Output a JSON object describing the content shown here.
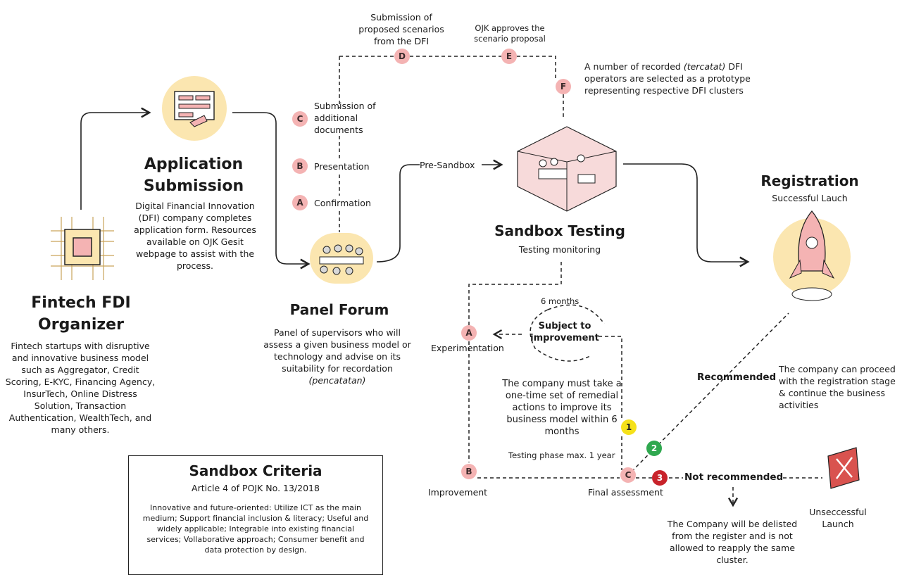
{
  "organizer": {
    "title": "Fintech FDI Organizer",
    "desc": "Fintech startups with disruptive and innovative business model such as Aggregator, Credit Scoring, E-KYC, Financing Agency, InsurTech, Online Distress Solution, Transaction Authentication, WealthTech, and many others."
  },
  "application": {
    "title": "Application Submission",
    "desc": "Digital Financial Innovation (DFI) company completes application form. Resources available on OJK Gesit webpage to assist with the process."
  },
  "panel": {
    "title": "Panel Forum",
    "desc_main": "Panel of supervisors who will assess a given business model or technology and advise on its suitability for recordation",
    "desc_italic": "(pencatatan)"
  },
  "steps": {
    "a": {
      "letter": "A",
      "label": "Confirmation"
    },
    "b": {
      "letter": "B",
      "label": "Presentation"
    },
    "c": {
      "letter": "C",
      "label": "Submission of additional documents"
    },
    "d": {
      "letter": "D",
      "label": "Submission of proposed scenarios from the DFI"
    },
    "e": {
      "letter": "E",
      "label": "OJK approves the scenario proposal"
    },
    "f": {
      "letter": "F",
      "label_pre": "A number of recorded",
      "label_italic": "(tercatat)",
      "label_post": "DFI operators are selected as a prototype representing respective DFI clusters"
    }
  },
  "pre_sandbox": "Pre-Sandbox",
  "sandbox": {
    "title": "Sandbox Testing",
    "subtitle": "Testing monitoring"
  },
  "registration": {
    "title": "Registration",
    "subtitle": "Successful Lauch"
  },
  "loop": {
    "months": "6 months",
    "subject": "Subject to improvement",
    "a": {
      "letter": "A",
      "label": "Experimentation"
    },
    "b": {
      "letter": "B",
      "label": "Improvement"
    },
    "c": {
      "letter": "C",
      "label": "Final assessment"
    },
    "remedial": "The company must take a one-time set of remedial actions to improve its business model within 6 months",
    "max": "Testing phase max. 1 year"
  },
  "outcomes": {
    "n1": "1",
    "n2": "2",
    "n3": "3",
    "recommended": "Recommended",
    "recommended_desc": "The company can proceed with the registration stage & continue the business activities",
    "not_recommended": "Not recommended",
    "unsuccessful": "Unseccessful Launch",
    "delisted": "The Company will be delisted from the register and is not allowed to reapply the same cluster."
  },
  "criteria": {
    "title": "Sandbox Criteria",
    "subtitle": "Article 4 of POJK No. 13/2018",
    "body": "Innovative and future-oriented: Utilize ICT as the main medium; Support financial inclusion & literacy; Useful and widely applicable; Integrable into existing financial services; Vollaborative approach; Consumer benefit and data protection by design."
  },
  "colors": {
    "node": "#f4b3b3",
    "circle": "#fbe6b0",
    "yellow": "#f5e11a",
    "green": "#2fa84f",
    "red": "#c8232b"
  }
}
